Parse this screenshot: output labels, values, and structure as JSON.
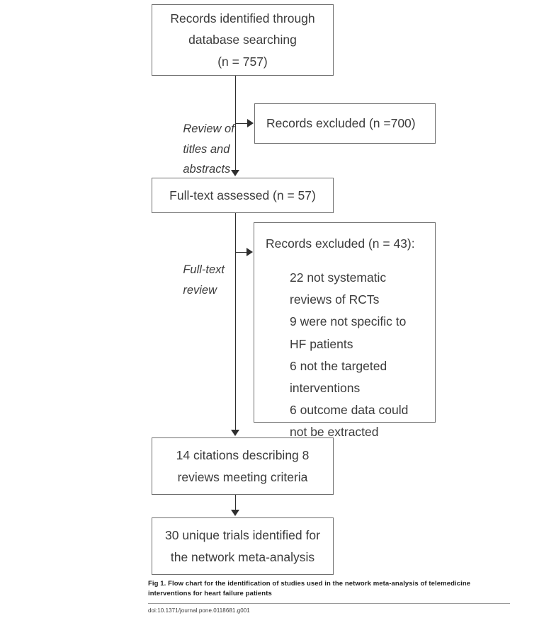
{
  "figure": {
    "type": "flow-diagram",
    "boxes": {
      "identified": {
        "lines": [
          "Records identified through",
          "database searching",
          "(n = 757)"
        ]
      },
      "excluded_screening": {
        "lines": [
          "Records excluded (n =700)"
        ]
      },
      "fulltext_assessed": {
        "lines": [
          "Full-text assessed (n = 57)"
        ]
      },
      "excluded_fulltext": {
        "header": "Records excluded (n = 43):",
        "reasons": [
          "22 not systematic",
          "reviews of RCTs",
          "9 were not specific to",
          "HF patients",
          "6 not the targeted",
          "interventions",
          "6 outcome data could",
          "not be extracted"
        ]
      },
      "citations_included": {
        "lines": [
          "14 citations describing 8",
          "reviews meeting criteria"
        ]
      },
      "trials_included": {
        "lines": [
          "30 unique trials identified for",
          "the network meta-analysis"
        ]
      }
    },
    "side_labels": {
      "screening": [
        "Review of",
        "titles and",
        "abstracts"
      ],
      "fulltext": [
        "Full-text",
        "review"
      ]
    }
  },
  "caption": {
    "title": "Fig 1. Flow chart for the identification of studies used in the network meta-analysis of telemedicine interventions for heart failure patients",
    "doi": "doi:10.1371/journal.pone.0118681.g001"
  },
  "colors": {
    "box_border": "#6f6f6f",
    "connector": "#2e2e2e",
    "text": "#3b3b3b",
    "caption_rule": "#9a9a9a",
    "background": "#ffffff"
  }
}
